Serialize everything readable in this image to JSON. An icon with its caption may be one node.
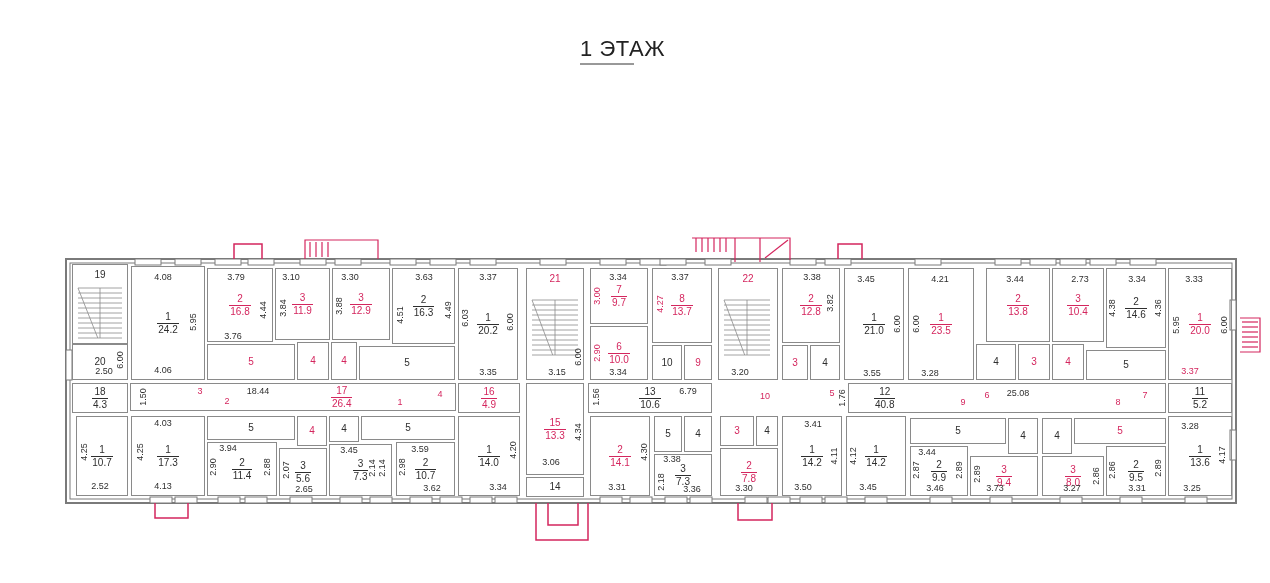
{
  "diagram": {
    "title": "1 ЭТАЖ",
    "nodes": [
      {
        "text": [
          "19"
        ]
      },
      {
        "text": [
          "20"
        ]
      },
      {
        "text": [
          "1",
          "24.2"
        ]
      },
      {
        "text": [
          "2",
          "16.8"
        ]
      },
      {
        "text": [
          "3",
          "11.9"
        ]
      },
      {
        "text": [
          "5"
        ]
      },
      {
        "text": [
          "4"
        ]
      },
      {
        "text": [
          "4"
        ]
      },
      {
        "text": [
          "3",
          "12.9"
        ]
      },
      {
        "text": [
          "2",
          "16.3"
        ]
      },
      {
        "text": [
          "5"
        ]
      },
      {
        "text": [
          "1",
          "20.2"
        ]
      },
      {
        "text": [
          "21"
        ]
      },
      {
        "text": [
          "7",
          "9.7"
        ]
      },
      {
        "text": [
          "6",
          "10.0"
        ]
      },
      {
        "text": [
          "8",
          "13.7"
        ]
      },
      {
        "text": [
          "9"
        ]
      },
      {
        "text": [
          "10"
        ]
      },
      {
        "text": [
          "22"
        ]
      },
      {
        "text": [
          "2",
          "12.8"
        ]
      },
      {
        "text": [
          "3"
        ]
      },
      {
        "text": [
          "4"
        ]
      },
      {
        "text": [
          "1",
          "21.0"
        ]
      },
      {
        "text": [
          "1",
          "23.5"
        ]
      },
      {
        "text": [
          "2",
          "13.8"
        ]
      },
      {
        "text": [
          "4"
        ]
      },
      {
        "text": [
          "3"
        ]
      },
      {
        "text": [
          "3",
          "10.4"
        ]
      },
      {
        "text": [
          "4"
        ]
      },
      {
        "text": [
          "2",
          "14.6"
        ]
      },
      {
        "text": [
          "5"
        ]
      },
      {
        "text": [
          "1",
          "20.0"
        ]
      },
      {
        "text": [
          "18",
          "4.3"
        ]
      },
      {
        "text": [
          "17",
          "26.4"
        ]
      },
      {
        "text": [
          "16",
          "4.9"
        ]
      },
      {
        "text": [
          "15",
          "13.3"
        ]
      },
      {
        "text": [
          "14"
        ]
      },
      {
        "text": [
          "13",
          "10.6"
        ]
      },
      {
        "text": [
          "12",
          "40.8"
        ]
      },
      {
        "text": [
          "11",
          "5.2"
        ]
      },
      {
        "text": [
          "1",
          "10.7"
        ]
      },
      {
        "text": [
          "1",
          "17.3"
        ]
      },
      {
        "text": [
          "5"
        ]
      },
      {
        "text": [
          "2",
          "11.4"
        ]
      },
      {
        "text": [
          "4"
        ]
      },
      {
        "text": [
          "3",
          "5.6"
        ]
      },
      {
        "text": [
          "4"
        ]
      },
      {
        "text": [
          "3",
          "7.3"
        ]
      },
      {
        "text": [
          "5"
        ]
      },
      {
        "text": [
          "2",
          "10.7"
        ]
      },
      {
        "text": [
          "1",
          "14.0"
        ]
      },
      {
        "text": [
          "2",
          "14.1"
        ]
      },
      {
        "text": [
          "5"
        ]
      },
      {
        "text": [
          "4"
        ]
      },
      {
        "text": [
          "3",
          "7.3"
        ]
      },
      {
        "text": [
          "3"
        ]
      },
      {
        "text": [
          "4"
        ]
      },
      {
        "text": [
          "2",
          "7.8"
        ]
      },
      {
        "text": [
          "1",
          "14.2"
        ]
      },
      {
        "text": [
          "1",
          "14.2"
        ]
      },
      {
        "text": [
          "5"
        ]
      },
      {
        "text": [
          "2",
          "9.9"
        ]
      },
      {
        "text": [
          "4"
        ]
      },
      {
        "text": [
          "3",
          "9.4"
        ]
      },
      {
        "text": [
          "4"
        ]
      },
      {
        "text": [
          "3",
          "8.0"
        ]
      },
      {
        "text": [
          "5"
        ]
      },
      {
        "text": [
          "2",
          "9.5"
        ]
      },
      {
        "text": [
          "1",
          "13.6"
        ]
      }
    ],
    "labels": [
      "4.08",
      "3.79",
      "3.10",
      "3.30",
      "3.63",
      "3.37",
      "3.34",
      "3.37",
      "3.38",
      "3.45",
      "4.21",
      "3.44",
      "2.73",
      "3.34",
      "3.33",
      "5.95",
      "4.44",
      "3.84",
      "3.88",
      "4.51",
      "4.49",
      "6.03",
      "6.00",
      "3.00",
      "4.27",
      "3.82",
      "6.00",
      "6.00",
      "4.38",
      "4.36",
      "5.95",
      "6.00",
      "3.76",
      "6.00",
      "6.00",
      "2.90",
      "2.50",
      "4.06",
      "3.35",
      "3.15",
      "3.34",
      "3.20",
      "3.55",
      "3.28",
      "3.37",
      "1.50",
      "3",
      "2",
      "18.44",
      "1",
      "4",
      "1.56",
      "6.79",
      "10",
      "5",
      "1.76",
      "9",
      "6",
      "25.08",
      "8",
      "7",
      "4.03",
      "4.25",
      "4.25",
      "3.94",
      "3.45",
      "3.59",
      "3.41",
      "3.44",
      "3.28",
      "3.38",
      "2.90",
      "2.88",
      "2.07",
      "2.14",
      "2.14",
      "2.98",
      "4.34",
      "4.20",
      "3.06",
      "4.30",
      "2.18",
      "4.11",
      "4.12",
      "2.87",
      "2.89",
      "2.89",
      "2.86",
      "2.86",
      "2.89",
      "4.17",
      "2.52",
      "4.13",
      "2.65",
      "3.62",
      "3.34",
      "3.31",
      "3.36",
      "3.30",
      "3.50",
      "3.45",
      "3.46",
      "3.73",
      "3.27",
      "3.31",
      "3.25"
    ]
  }
}
